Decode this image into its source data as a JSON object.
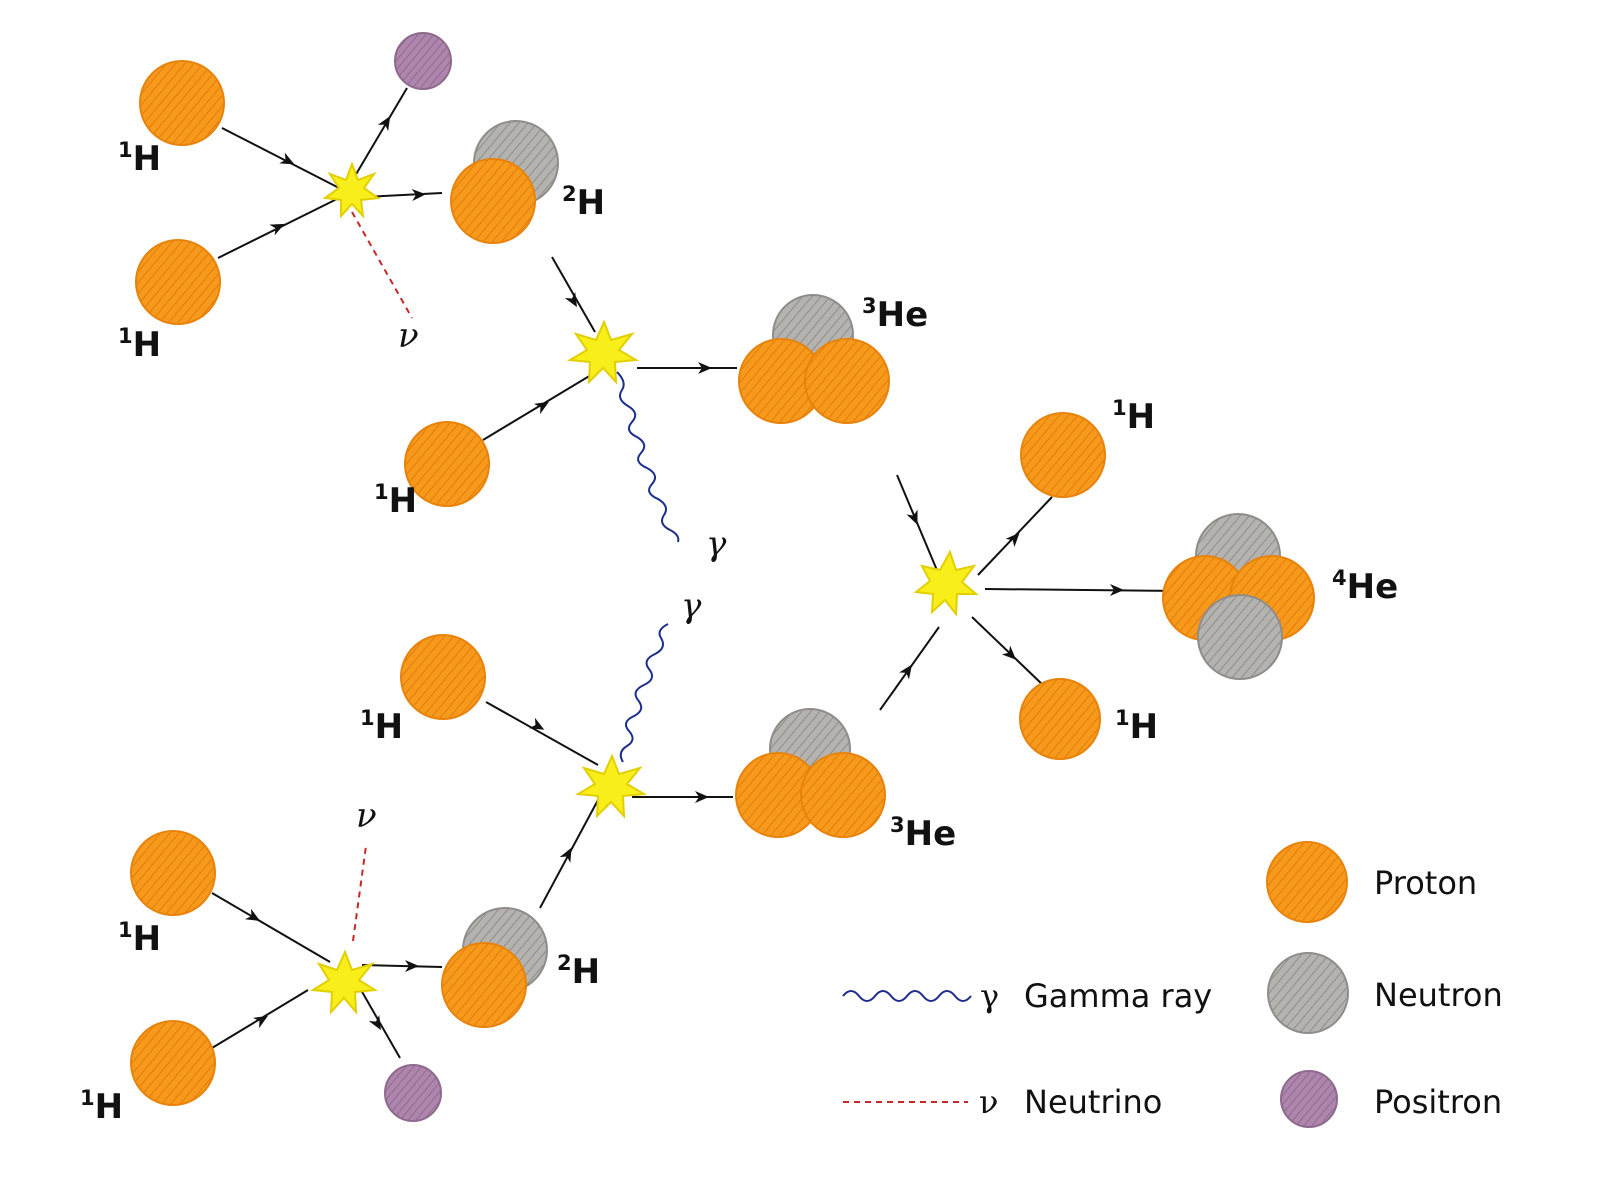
{
  "particles": {
    "hydrogen": "H",
    "hydrogen_mass": "1",
    "deuterium": "H",
    "deuterium_mass": "2",
    "helium3": "He",
    "helium3_mass": "3",
    "helium4": "He",
    "helium4_mass": "4"
  },
  "symbols": {
    "gamma": "γ",
    "neutrino": "ν"
  },
  "legend": {
    "gamma_ray": "Gamma ray",
    "neutrino": "Neutrino",
    "proton": "Proton",
    "neutron": "Neutron",
    "positron": "Positron"
  },
  "colors": {
    "proton": "#f59a1d",
    "neutron": "#a9a7a3",
    "positron": "#a77ea6",
    "reaction_flash": "#f7ee1a",
    "gamma_ray": "#1c2e8c",
    "neutrino": "#c62828"
  }
}
